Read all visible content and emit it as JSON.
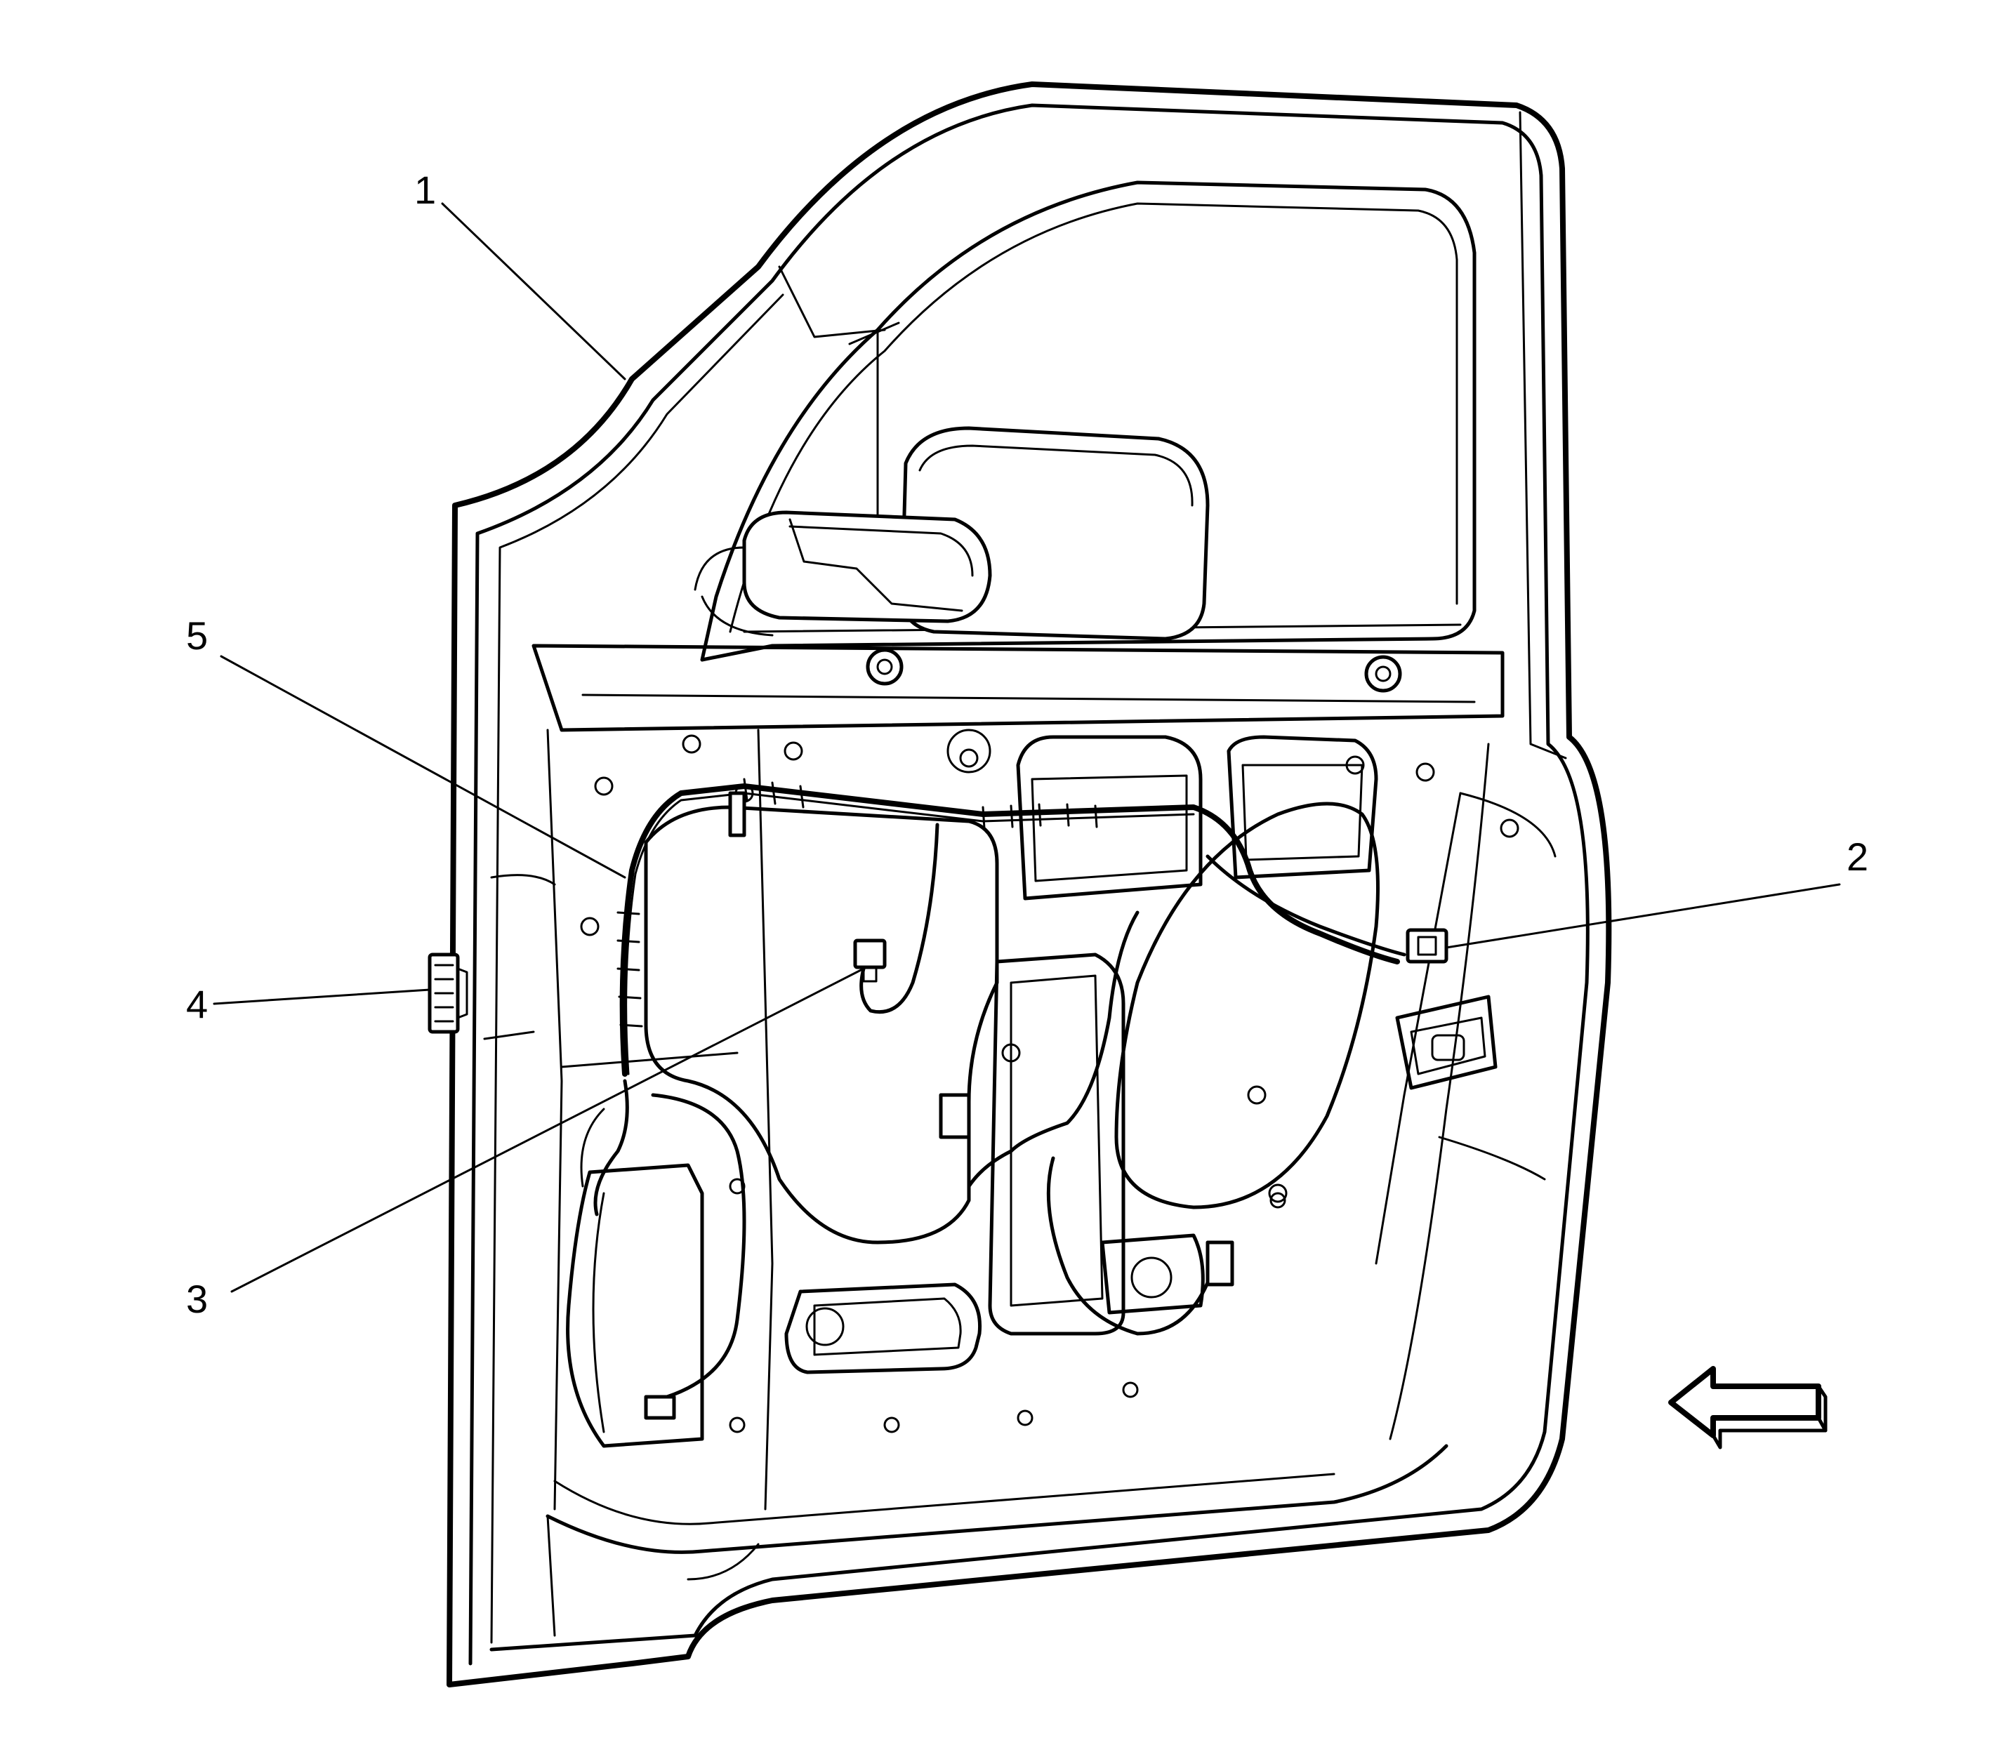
{
  "figure": {
    "callouts": [
      {
        "id": "1",
        "label": "1",
        "part": "door-frame"
      },
      {
        "id": "2",
        "label": "2",
        "part": "connector-rear"
      },
      {
        "id": "3",
        "label": "3",
        "part": "connector-center"
      },
      {
        "id": "4",
        "label": "4",
        "part": "hinge-connector"
      },
      {
        "id": "5",
        "label": "5",
        "part": "wiring-harness"
      }
    ],
    "direction_arrow": {
      "points": "front"
    }
  },
  "colors": {
    "stroke": "#000000",
    "background": "#ffffff"
  }
}
